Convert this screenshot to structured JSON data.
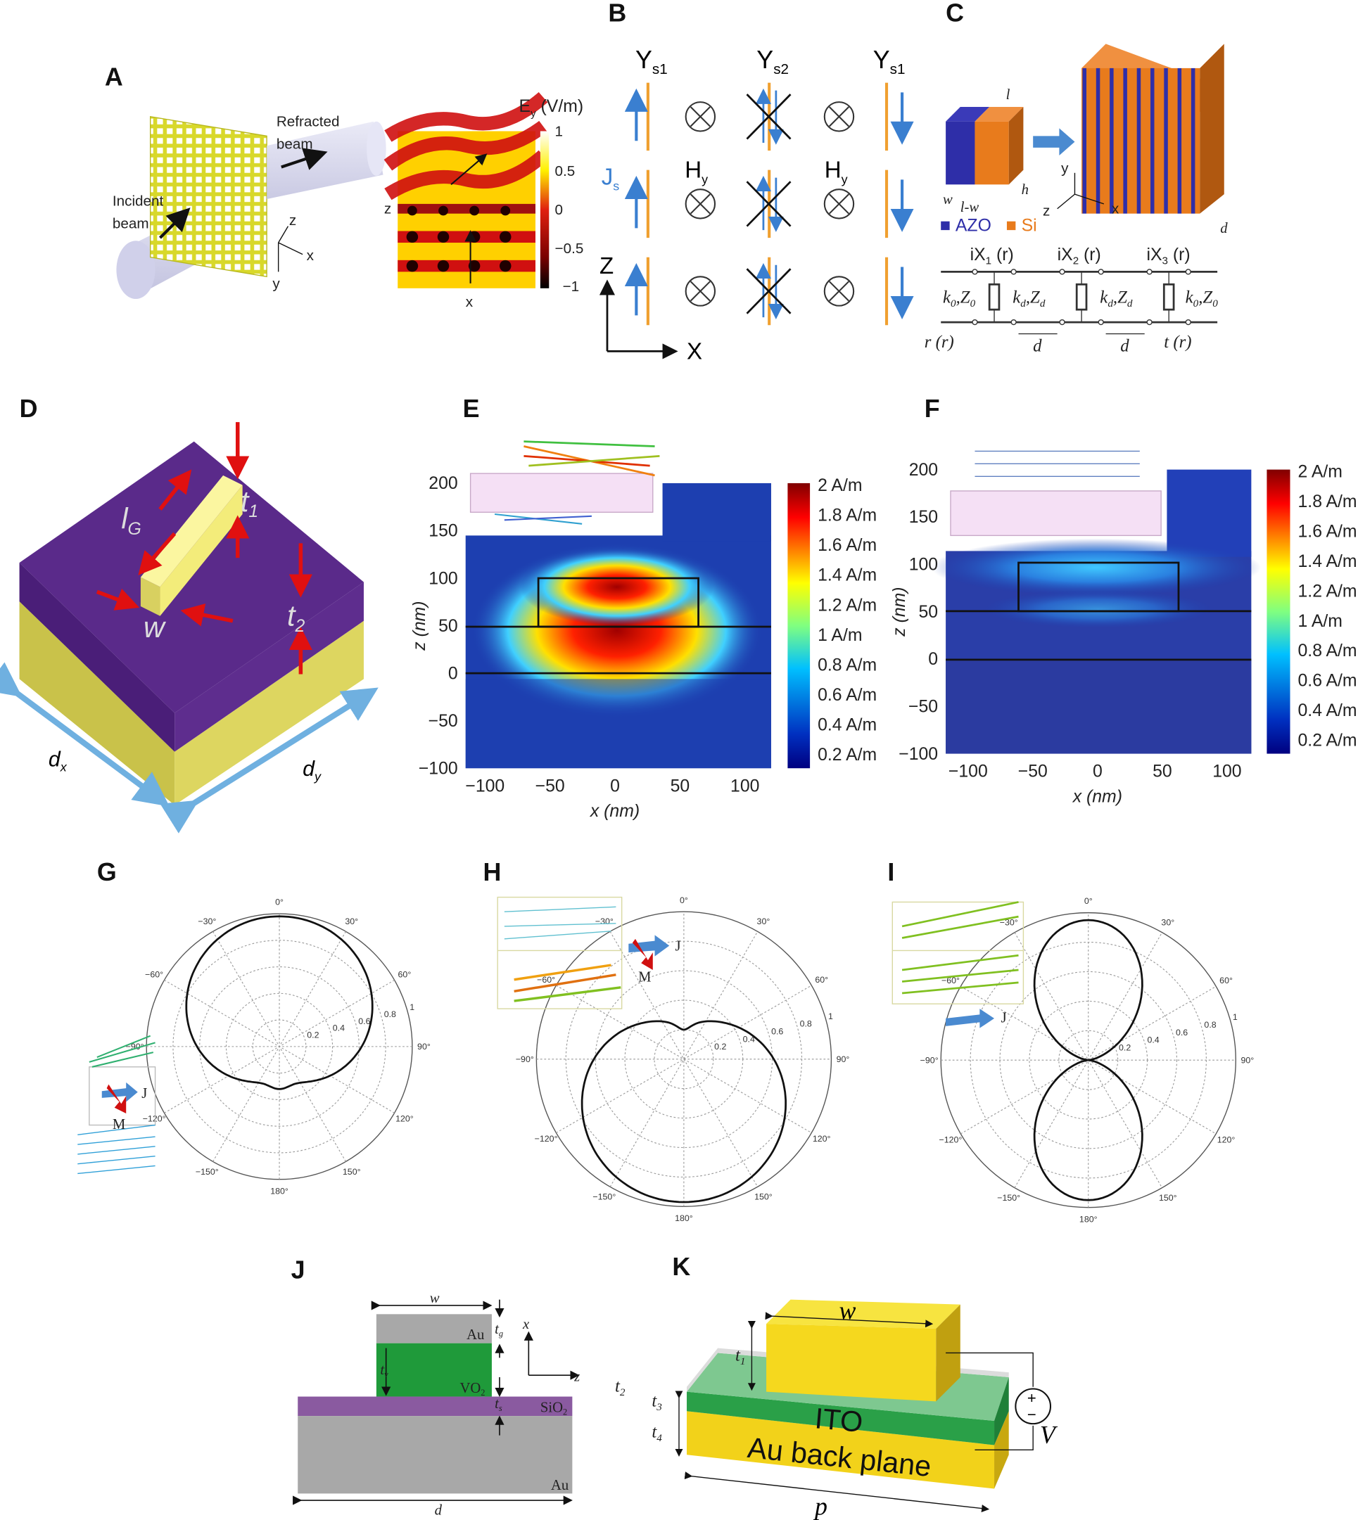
{
  "panels": {
    "A": {
      "label": "A",
      "refracted": [
        "Refracted",
        "beam"
      ],
      "incident": [
        "Incident",
        "beam"
      ],
      "axes": {
        "z": "z",
        "x": "x",
        "y": "y"
      },
      "map_axes": {
        "z": "z",
        "x": "x"
      },
      "colorbar": {
        "title_main": "E",
        "title_sub": "y",
        "title_unit": " (V/m)",
        "ticks": [
          "1",
          "0.5",
          "0",
          "−0.5",
          "−1"
        ]
      },
      "colors": {
        "plate": "#d8d82a",
        "beam": "#d6d6ee"
      }
    },
    "B": {
      "label": "B",
      "columns": [
        {
          "main": "Y",
          "sub": "s1"
        },
        {
          "main": "Y",
          "sub": "s2"
        },
        {
          "main": "Y",
          "sub": "s1"
        }
      ],
      "js": {
        "main": "J",
        "sub": "s"
      },
      "hy": [
        {
          "main": "H",
          "sub": "y"
        },
        {
          "main": "H",
          "sub": "y"
        }
      ],
      "axes": {
        "z": "Z",
        "x": "X"
      },
      "colors": {
        "sheet": "#f0a030",
        "current": "#3a7fd0"
      }
    },
    "C": {
      "label": "C",
      "dims": {
        "l": "l",
        "w": "w",
        "lw": "l-w",
        "h": "h",
        "d": "d"
      },
      "axes": {
        "y": "y",
        "z": "z",
        "x": "x"
      },
      "legend": [
        {
          "name": "AZO",
          "color": "#2e2ea8"
        },
        {
          "name": "Si",
          "color": "#e87b1c"
        }
      ],
      "circuit": {
        "impedances": [
          {
            "main": "iX",
            "sub": "1",
            "tail": " (r)"
          },
          {
            "main": "iX",
            "sub": "2",
            "tail": " (r)"
          },
          {
            "main": "iX",
            "sub": "3",
            "tail": " (r)"
          }
        ],
        "lines": [
          {
            "a": "k",
            "as": "0",
            "b": ",Z",
            "bs": "0"
          },
          {
            "a": "k",
            "as": "d",
            "b": ",Z",
            "bs": "d"
          },
          {
            "a": "k",
            "as": "d",
            "b": ",Z",
            "bs": "d"
          },
          {
            "a": "k",
            "as": "0",
            "b": ",Z",
            "bs": "0"
          }
        ],
        "r": "r (r)",
        "t": "t (r)",
        "d": "d"
      }
    },
    "D": {
      "label": "D",
      "dims": {
        "lg": "l",
        "lg_sub": "G",
        "t1": "t",
        "t1_sub": "1",
        "w": "w",
        "t2": "t",
        "t2_sub": "2",
        "dx": "d",
        "dx_sub": "x",
        "dy": "d",
        "dy_sub": "y"
      },
      "colors": {
        "top": "#5a2a8a",
        "substrate": "#c9c24a",
        "bar": "#f3ec7a",
        "arrow": "#e01010",
        "dim": "#6fb0e0"
      }
    },
    "E": {
      "label": "E",
      "yticks": [
        "200",
        "150",
        "100",
        "50",
        "0",
        "−50",
        "−100"
      ],
      "xticks": [
        "−100",
        "−50",
        "0",
        "50",
        "100"
      ],
      "xlabel": "x (nm)",
      "ylabel": "z (nm)",
      "colorbar": [
        "2   A/m",
        "1.8 A/m",
        "1.6 A/m",
        "1.4 A/m",
        "1.2 A/m",
        "1    A/m",
        "0.8 A/m",
        "0.6 A/m",
        "0.4 A/m",
        "0.2 A/m"
      ]
    },
    "F": {
      "label": "F",
      "yticks": [
        "200",
        "150",
        "100",
        "50",
        "0",
        "−50",
        "−100"
      ],
      "xticks": [
        "−100",
        "−50",
        "0",
        "50",
        "100"
      ],
      "xlabel": "x (nm)",
      "ylabel": "z (nm)",
      "colorbar": [
        "2   A/m",
        "1.8 A/m",
        "1.6 A/m",
        "1.4 A/m",
        "1.2 A/m",
        "1    A/m",
        "0.8 A/m",
        "0.6 A/m",
        "0.4 A/m",
        "0.2 A/m"
      ]
    },
    "G": {
      "label": "G",
      "J": "J",
      "M": "M"
    },
    "H": {
      "label": "H",
      "J": "J",
      "M": "M"
    },
    "I": {
      "label": "I",
      "J": "J"
    },
    "polar": {
      "angle_labels": [
        "0°",
        "30°",
        "60°",
        "90°",
        "120°",
        "150°",
        "180°",
        "−150°",
        "−120°",
        "−90°",
        "−60°",
        "−30°"
      ],
      "radial_labels": [
        "0.2",
        "0.4",
        "0.6",
        "0.8",
        "1"
      ]
    },
    "J": {
      "label": "J",
      "w": "w",
      "d": "d",
      "tg": "t",
      "tg_sub": "g",
      "tv": "t",
      "tv_sub": "v",
      "ts": "t",
      "ts_sub": "s",
      "au_top": "Au",
      "vo2": "VO",
      "vo2_sub": "2",
      "sio2": "SiO",
      "sio2_sub": "2",
      "au_bottom": "Au",
      "axes": {
        "x": "x",
        "z": "z"
      },
      "colors": {
        "au": "#a8a8a8",
        "vo2": "#1f9a3a",
        "sio2": "#8a5aa0"
      }
    },
    "K": {
      "label": "K",
      "w": "w",
      "p": "p",
      "V": "V",
      "t1": "t",
      "t1_sub": "1",
      "t2": "t",
      "t2_sub": "2",
      "t3": "t",
      "t3_sub": "3",
      "t4": "t",
      "t4_sub": "4",
      "ito": "ITO",
      "backplane": "Au back plane",
      "source_plus": "+",
      "source_minus": "−"
    }
  }
}
